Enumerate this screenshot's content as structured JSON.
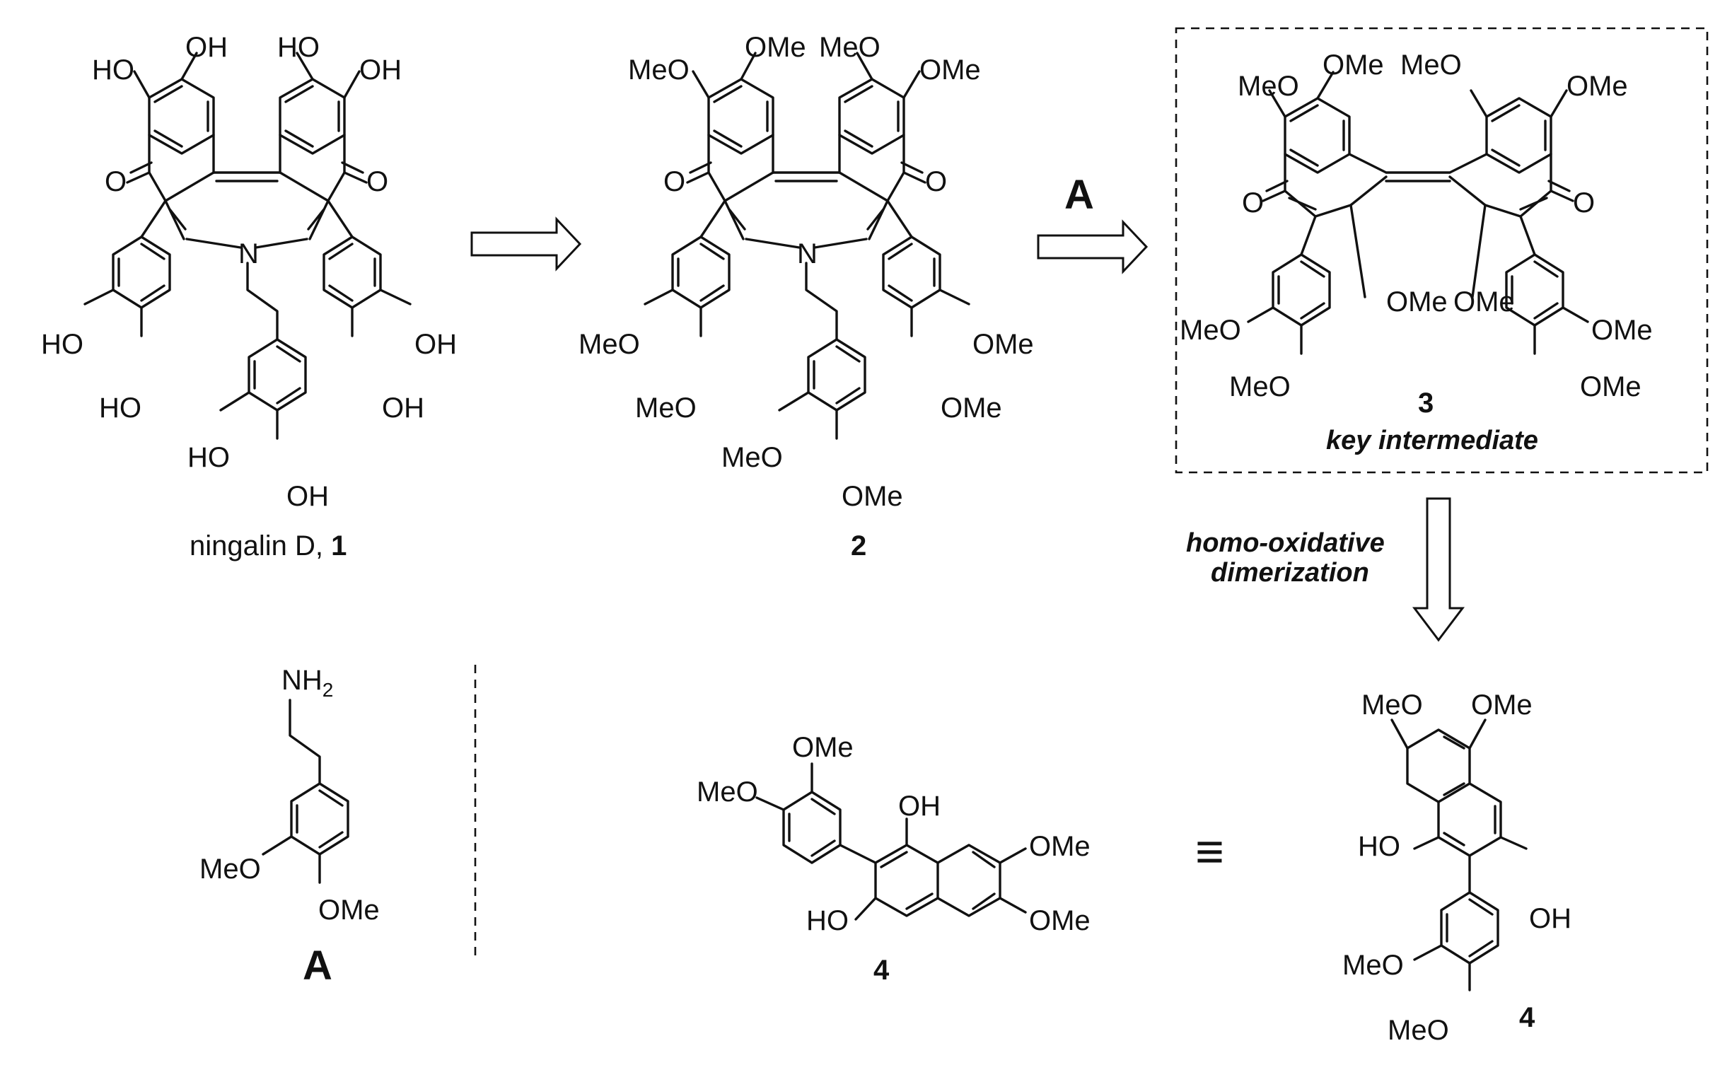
{
  "compound1": {
    "caption_prefix": "ningalin D, ",
    "caption_number": "1",
    "labels": {
      "HO_a": "HO",
      "OH_a": "OH",
      "HO_b": "HO",
      "OH_b": "OH",
      "O_left": "O",
      "O_right": "O",
      "N": "N",
      "HO_c": "HO",
      "HO_d": "HO",
      "OH_c": "OH",
      "OH_d": "OH",
      "HO_e": "HO",
      "OH_e": "OH"
    }
  },
  "compound2": {
    "number": "2",
    "labels": {
      "MeO_a": "MeO",
      "OMe_a": "OMe",
      "MeO_b": "MeO",
      "OMe_b": "OMe",
      "O_left": "O",
      "O_right": "O",
      "N": "N",
      "MeO_c": "MeO",
      "MeO_d": "MeO",
      "OMe_c": "OMe",
      "OMe_d": "OMe",
      "MeO_e": "MeO",
      "OMe_e": "OMe"
    }
  },
  "compound3": {
    "number": "3",
    "caption": "key intermediate",
    "labels": {
      "MeO_a": "MeO",
      "OMe_a": "OMe",
      "MeO_b": "MeO",
      "OMe_b": "OMe",
      "O_left": "O",
      "O_right": "O",
      "OMe_c": "OMe",
      "OMe_d": "OMe",
      "MeO_c": "MeO",
      "MeO_d": "MeO",
      "OMe_e": "OMe",
      "OMe_f": "OMe"
    }
  },
  "reagentA": {
    "label": "A",
    "labels": {
      "NH": "NH",
      "sub2": "2",
      "MeO": "MeO",
      "OMe": "OMe"
    }
  },
  "arrowA_label": "A",
  "step_label_line1": "homo-oxidative",
  "step_label_line2": "dimerization",
  "compound4_left": {
    "number": "4",
    "labels": {
      "OMe_a": "OMe",
      "MeO_a": "MeO",
      "OH": "OH",
      "OMe_b": "OMe",
      "OMe_c": "OMe",
      "HO": "HO"
    }
  },
  "equiv_symbol": "≡",
  "compound4_right": {
    "number": "4",
    "labels": {
      "MeO_a": "MeO",
      "OMe_a": "OMe",
      "HO": "HO",
      "OH": "OH",
      "MeO_b": "MeO",
      "MeO_c": "MeO"
    }
  }
}
